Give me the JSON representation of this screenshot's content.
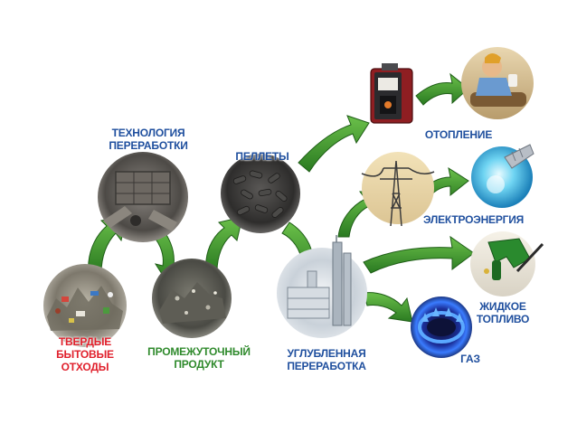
{
  "labels": {
    "solid_waste": "ТВЕРДЫЕ\nБЫТОВЫЕ\nОТХОДЫ",
    "technology": "ТЕХНОЛОГИЯ\nПЕРЕРАБОТКИ",
    "intermediate": "ПРОМЕЖУТОЧНЫЙ\nПРОДУКТ",
    "pellets": "ПЕЛЛЕТЫ",
    "deep_processing": "УГЛУБЛЕННАЯ\nПЕРЕРАБОТКА",
    "heating": "ОТОПЛЕНИЕ",
    "electricity": "ЭЛЕКТРОЭНЕРГИЯ",
    "liquid_fuel": "ЖИДКОЕ\nТОПЛИВО",
    "gas": "ГАЗ"
  },
  "colors": {
    "red_label": "#e0202c",
    "green_label": "#2f8a2c",
    "blue_label": "#1f4f9e",
    "arrow_green": "#3e9a2e",
    "arrow_dark": "#1f5e17"
  },
  "icons": {
    "waste": "garbage-heap-icon",
    "technology": "processing-machine-icon",
    "intermediate": "shredded-material-icon",
    "pellets": "pellets-icon",
    "deep_processing": "refinery-icon",
    "boiler": "pellet-boiler-icon",
    "heating": "warm-home-icon",
    "power_line": "power-line-icon",
    "lightbulb": "lightbulb-icon",
    "fuel_nozzle": "fuel-nozzle-icon",
    "gas_flame": "gas-flame-icon"
  }
}
